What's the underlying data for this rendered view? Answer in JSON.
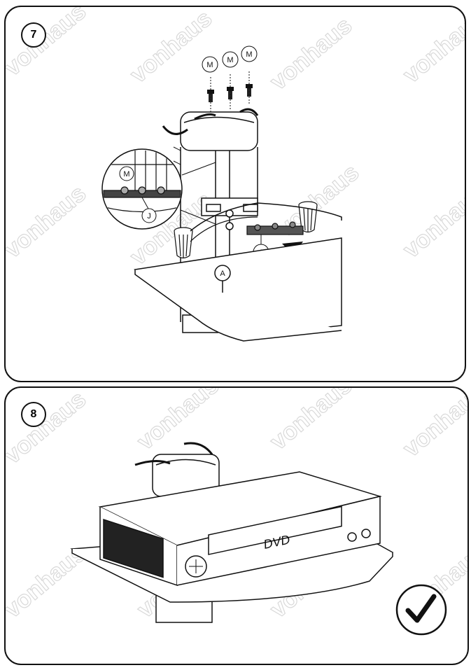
{
  "watermark": "vonhaus",
  "steps": [
    {
      "number": "7"
    },
    {
      "number": "8"
    }
  ],
  "labels": {
    "screw_m": "M",
    "bracket_j": "J",
    "shelf_a": "A"
  },
  "dvd_text": "DVD",
  "complete_icon": "checkmark-icon"
}
